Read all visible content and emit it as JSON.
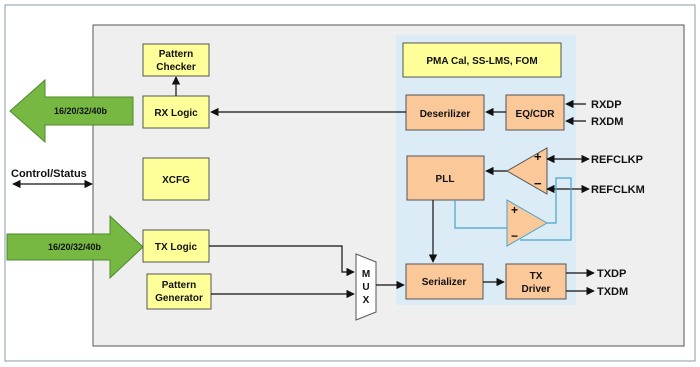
{
  "diagram": {
    "colors": {
      "frame": "#8a9aa8",
      "core_fill": "#efefef",
      "core_stroke": "#555555",
      "analog_area": "#dcecf6",
      "yellow_block": "#ffff99",
      "orange_block": "#fbc89a",
      "arrow_green": "#77b843",
      "arrow_green_dark": "#4c8a2a",
      "feedback_blue": "#4aa3c9"
    },
    "blocks": {
      "pattern_checker_line1": "Pattern",
      "pattern_checker_line2": "Checker",
      "rx_logic": "RX Logic",
      "xcfg": "XCFG",
      "tx_logic": "TX Logic",
      "pattern_generator_line1": "Pattern",
      "pattern_generator_line2": "Generator",
      "pma_cal": "PMA Cal, SS-LMS, FOM",
      "deserilizer": "Deserilizer",
      "eq_cdr": "EQ/CDR",
      "pll": "PLL",
      "serializer": "Serializer",
      "tx_driver_line1": "TX",
      "tx_driver_line2": "Driver",
      "mux_m": "M",
      "mux_u": "U",
      "mux_x": "X"
    },
    "signals": {
      "rx_bus": "16/20/32/40b",
      "tx_bus": "16/20/32/40b",
      "control_status": "Control/Status",
      "rxdp": "RXDP",
      "rxdm": "RXDM",
      "refclkp": "REFCLKP",
      "refclkm": "REFCLKM",
      "txdp": "TXDP",
      "txdm": "TXDM",
      "opamp_plus": "+",
      "opamp_minus": "−"
    }
  }
}
